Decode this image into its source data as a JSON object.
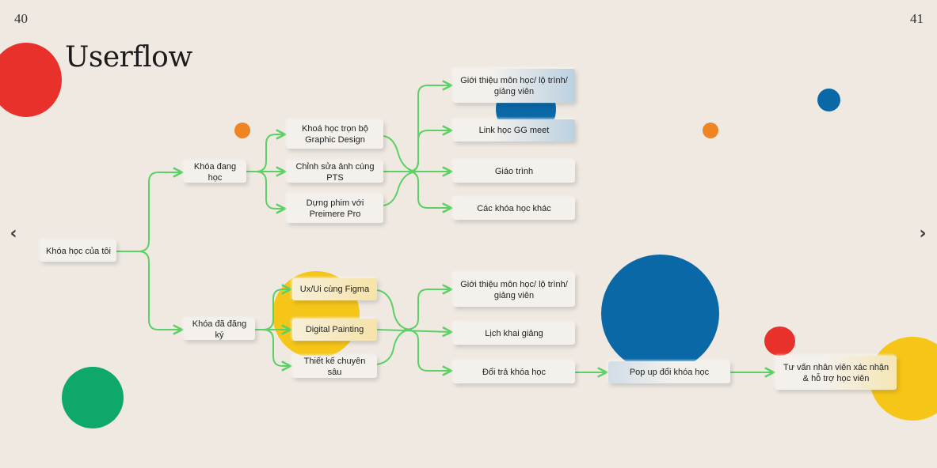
{
  "page": {
    "left_number": "40",
    "right_number": "41",
    "title": "Userflow"
  },
  "colors": {
    "background": "#efe9e2",
    "red": "#e8312a",
    "blue": "#0a68a6",
    "orange": "#ef8424",
    "green": "#0fa86b",
    "yellow": "#f5c518",
    "connector": "#5cd065"
  },
  "nav": {
    "prev_icon": "chevron-left-icon",
    "next_icon": "chevron-right-icon"
  },
  "nodes": {
    "root": "Khóa học của tôi",
    "learning": "Khóa đang học",
    "registered": "Khóa đã đăng ký",
    "learning_courses": [
      "Khoá học trọn bộ Graphic Design",
      "Chỉnh sửa ảnh cùng PTS",
      "Dựng phim với Preimere Pro"
    ],
    "learning_details": [
      "Giới thiệu môn học/ lộ trình/ giảng viên",
      "Link học GG meet",
      "Giáo trình",
      "Các khóa học khác"
    ],
    "registered_courses": [
      "Ux/Ui cùng Figma",
      "Digital Painting",
      "Thiết kế chuyên sâu"
    ],
    "registered_details": [
      "Giới thiệu môn học/ lộ trình/ giảng viên",
      "Lịch khai giảng",
      "Đổi trả khóa học"
    ],
    "popup": "Pop up đổi khóa học",
    "consult": "Tư vấn nhân viên xác nhận & hỗ trợ học viên"
  }
}
